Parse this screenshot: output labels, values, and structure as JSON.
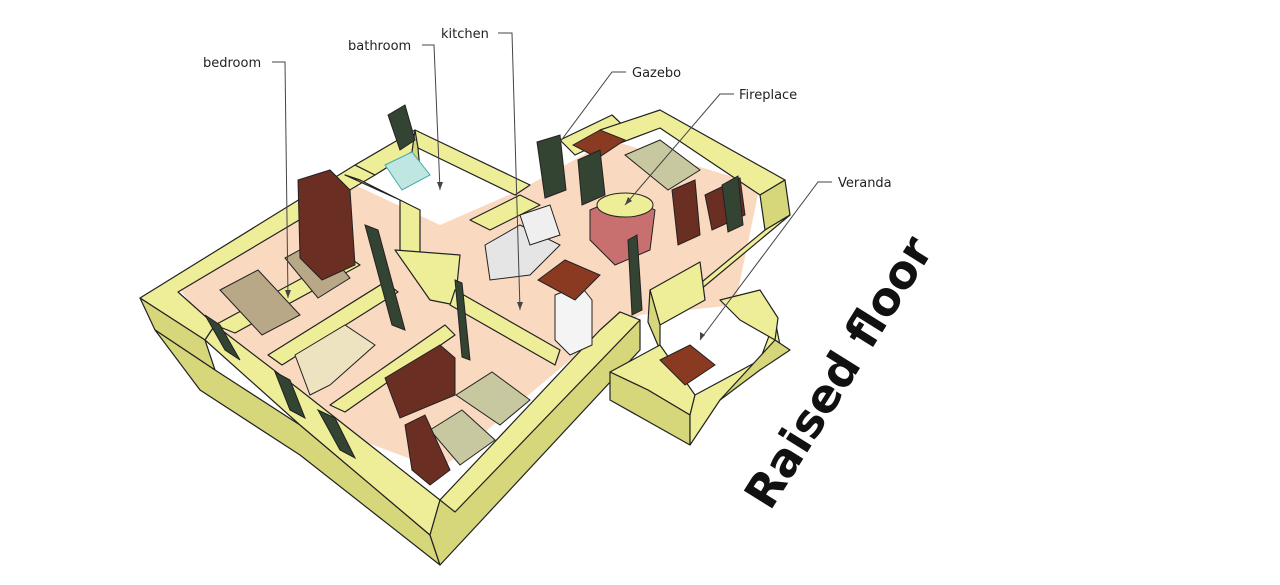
{
  "labels": {
    "bedroom": "bedroom",
    "bathroom": "bathroom",
    "kitchen": "kitchen",
    "gazebo": "Gazebo",
    "fireplace": "Fireplace",
    "veranda": "Veranda"
  },
  "caption": "Raised floor",
  "colors": {
    "wall": "#EEEE99",
    "wall_side": "#D6D67A",
    "wall_edge": "#222222",
    "floor": "#FAD9C1",
    "furniture_dark": "#6B2E22",
    "furniture_light": "#C8C0A0",
    "bed": "#B8A888"
  }
}
